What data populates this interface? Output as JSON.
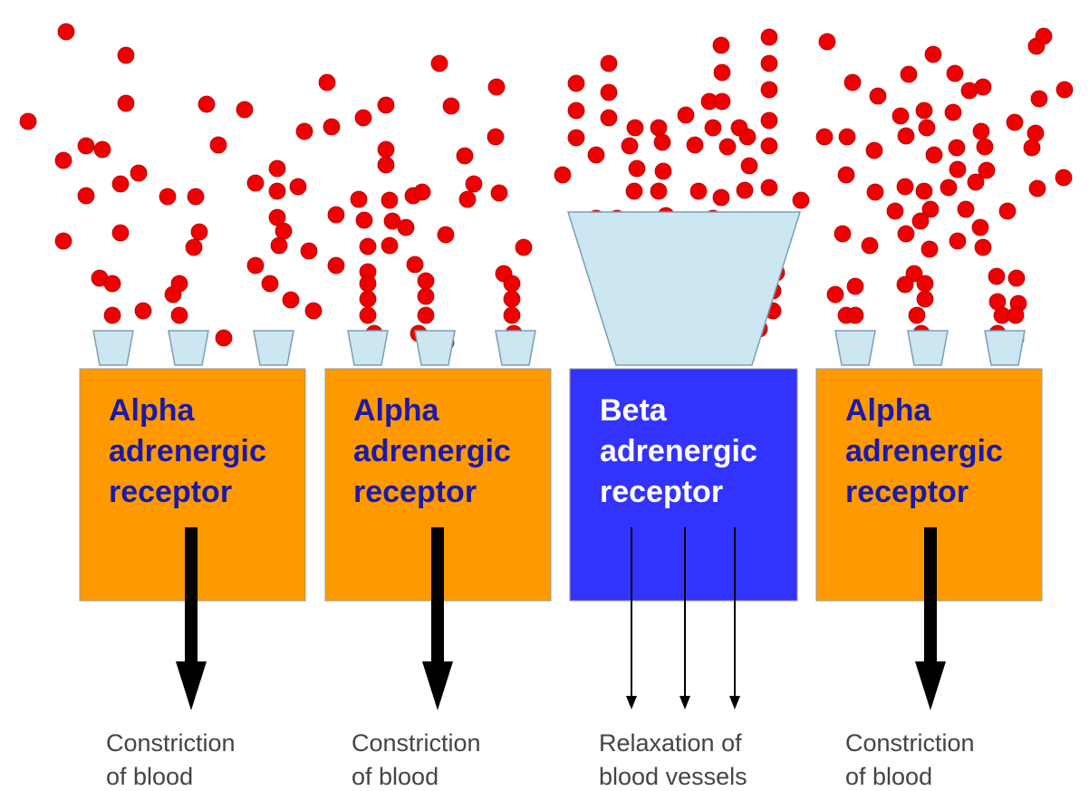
{
  "colors": {
    "alpha_box": "#ff9900",
    "beta_box": "#3333ff",
    "alpha_text": "#1a1aa6",
    "beta_text": "#ffffff",
    "molecule": "#ee0000",
    "cup_fill": "#cce6f2",
    "arrow": "#000000"
  },
  "receptors": [
    {
      "type": "alpha",
      "label_lines": [
        "Alpha",
        "adrenergic",
        "receptor"
      ],
      "effect_lines": [
        "Constriction",
        "of blood"
      ]
    },
    {
      "type": "alpha",
      "label_lines": [
        "Alpha",
        "adrenergic",
        "receptor"
      ],
      "effect_lines": [
        "Constriction",
        "of blood"
      ]
    },
    {
      "type": "beta",
      "label_lines": [
        "Beta",
        "adrenergic",
        "receptor"
      ],
      "effect_lines": [
        "Relaxation of",
        "blood vessels"
      ]
    },
    {
      "type": "alpha",
      "label_lines": [
        "Alpha",
        "adrenergic",
        "receptor"
      ],
      "effect_lines": [
        "Constriction",
        "of blood"
      ]
    }
  ]
}
